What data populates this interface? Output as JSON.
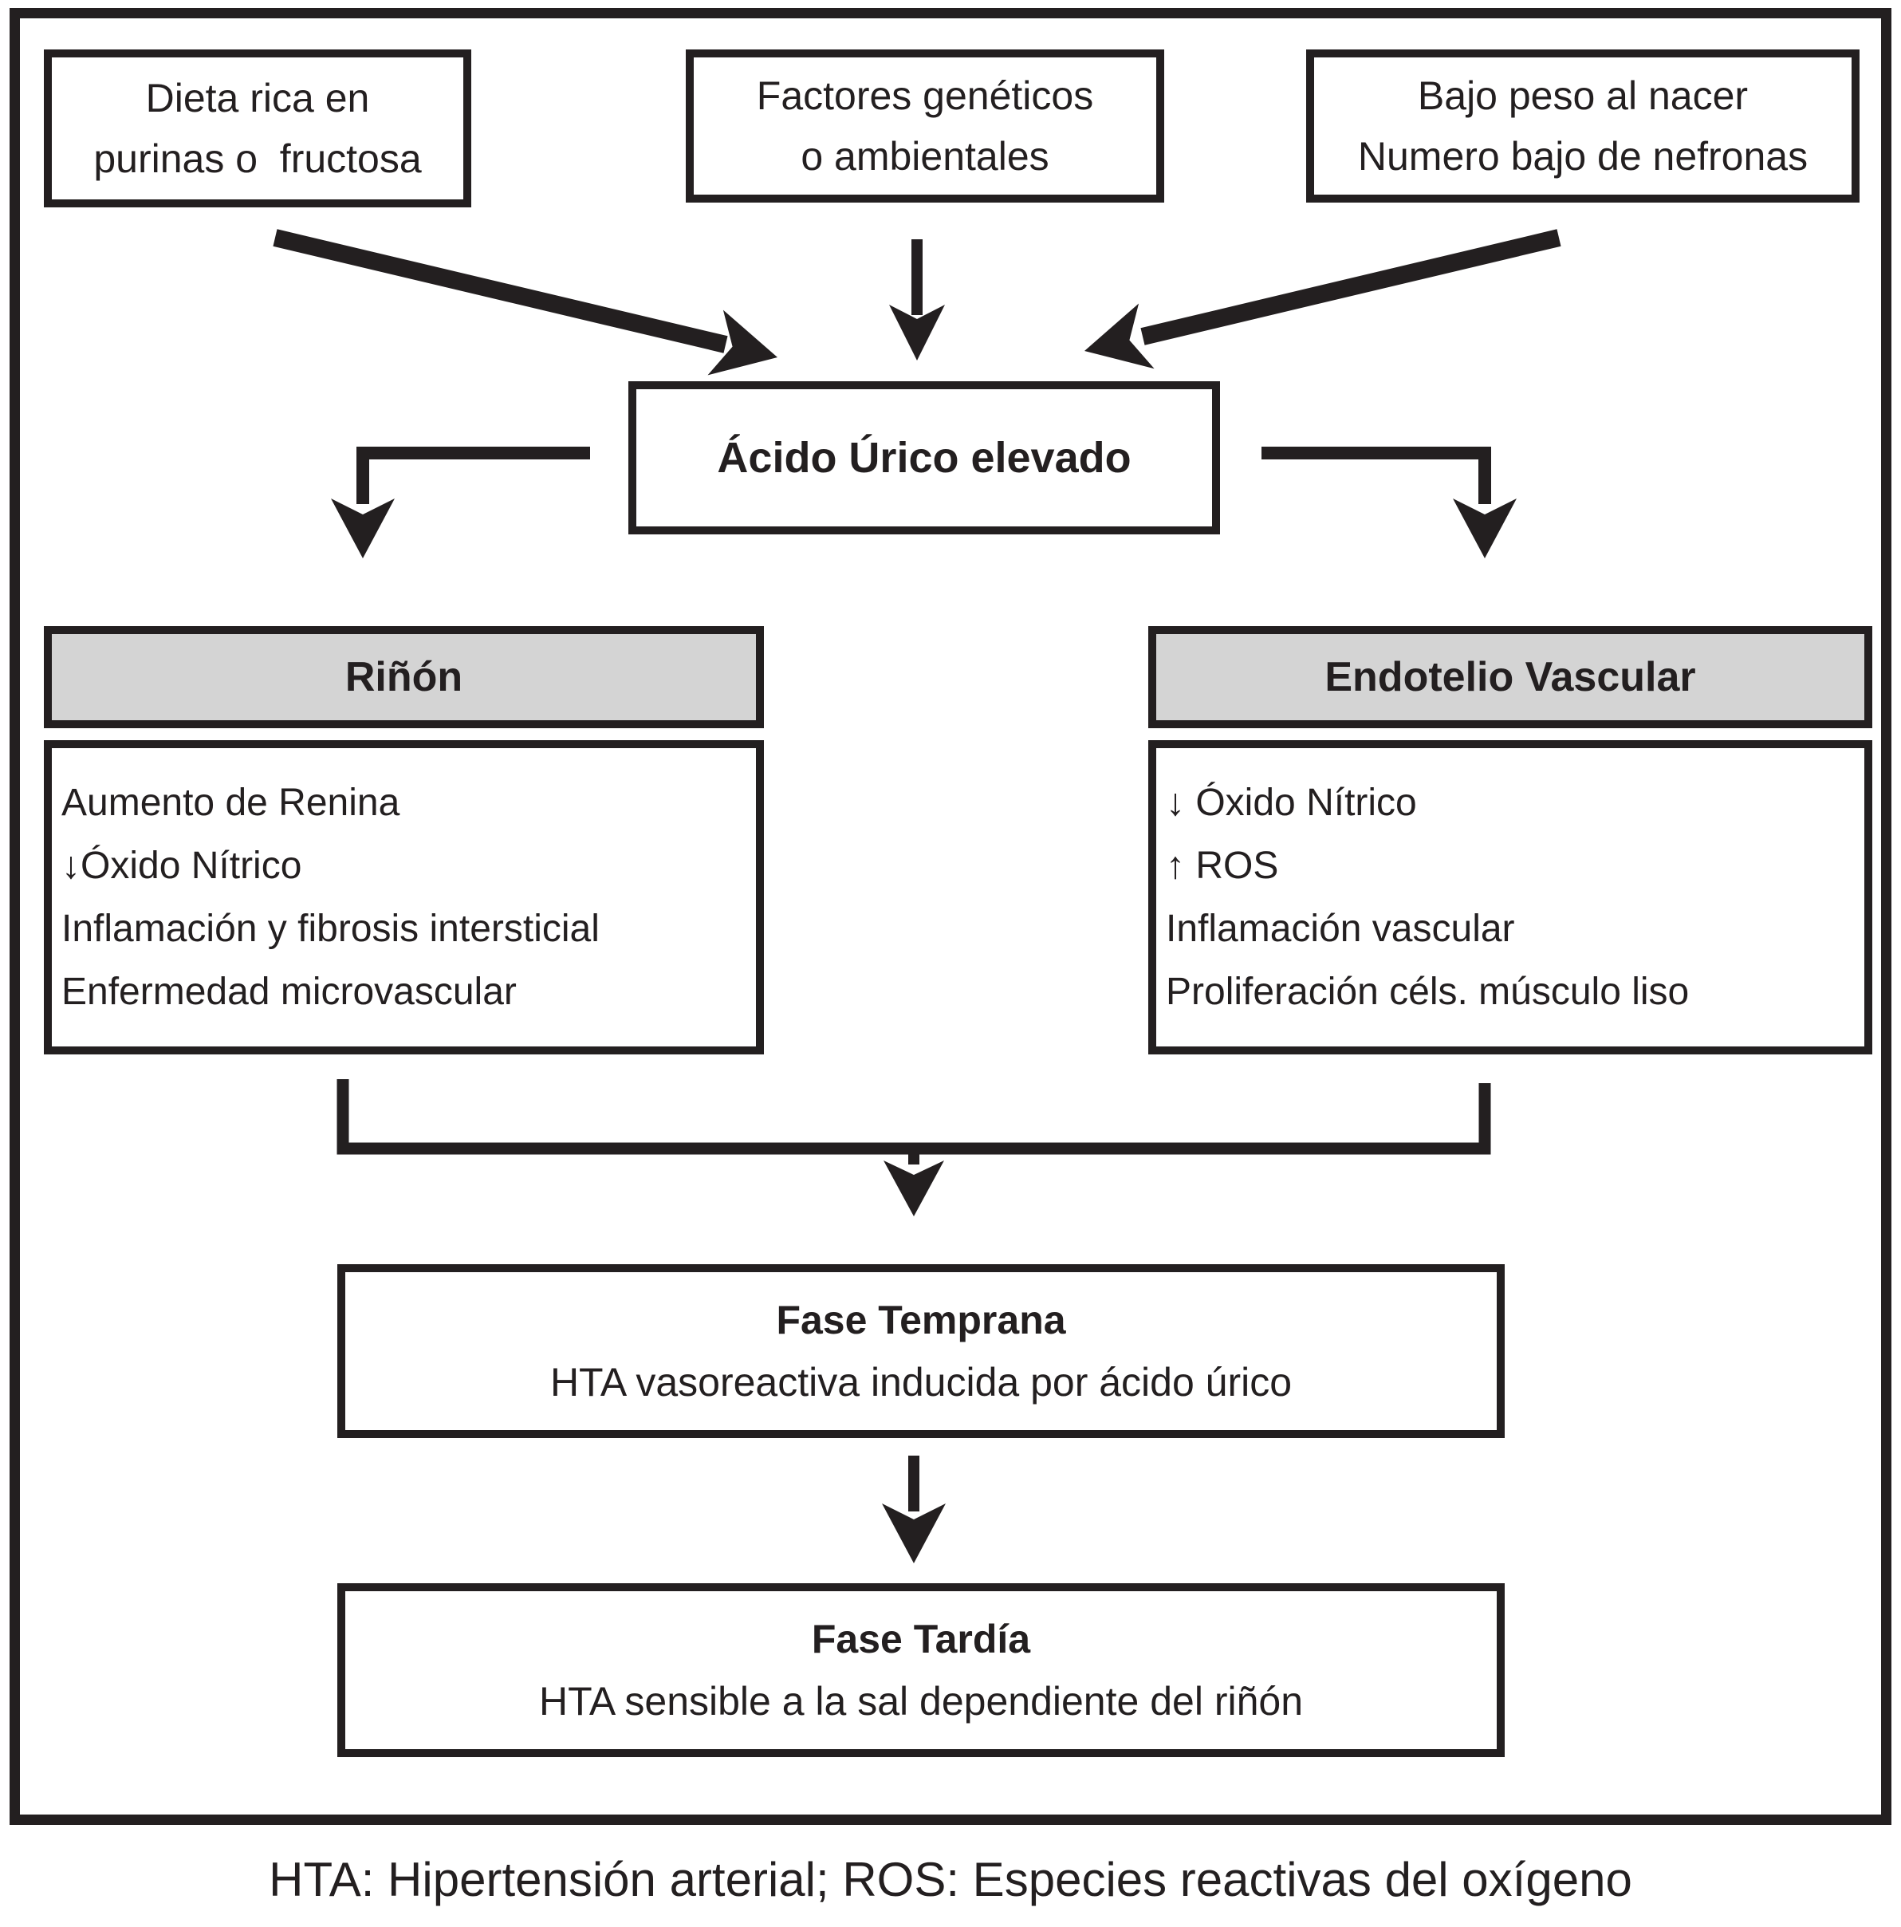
{
  "diagram": {
    "top_boxes": [
      {
        "lines": [
          "Dieta rica en",
          "purinas o  fructosa"
        ]
      },
      {
        "lines": [
          "Factores genéticos",
          "o ambientales"
        ]
      },
      {
        "lines": [
          "Bajo peso al nacer",
          "Numero bajo de nefronas"
        ]
      }
    ],
    "central_box": {
      "label": "Ácido Úrico elevado"
    },
    "kidney": {
      "header": "Riñón",
      "items": [
        "Aumento de Renina",
        "↓Óxido Nítrico",
        "Inflamación y fibrosis intersticial",
        "Enfermedad microvascular"
      ]
    },
    "endothelium": {
      "header": "Endotelio Vascular",
      "items": [
        "↓ Óxido Nítrico",
        "↑ ROS",
        "Inflamación vascular",
        "Proliferación céls. músculo liso"
      ]
    },
    "early_phase": {
      "title": "Fase Temprana",
      "subtitle": "HTA vasoreactiva inducida por ácido úrico"
    },
    "late_phase": {
      "title": "Fase Tardía",
      "subtitle": "HTA sensible a la sal dependiente del riñón"
    },
    "caption": "HTA: Hipertensión arterial; ROS: Especies reactivas del oxígeno",
    "colors": {
      "ink": "#231f20",
      "header_fill": "#d4d4d4",
      "background": "#ffffff"
    }
  }
}
